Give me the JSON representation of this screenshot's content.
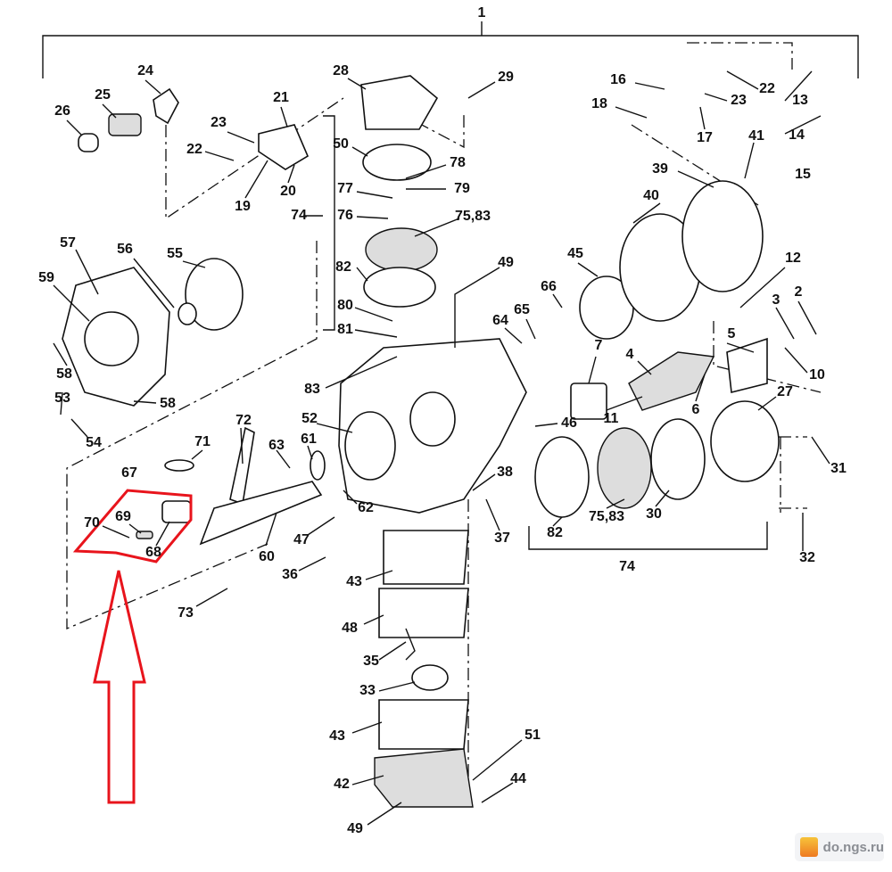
{
  "callouts": [
    "1",
    "24",
    "25",
    "26",
    "23",
    "22",
    "21",
    "19",
    "20",
    "28",
    "29",
    "50",
    "78",
    "77",
    "79",
    "74",
    "76",
    "75,83",
    "82",
    "80",
    "81",
    "83",
    "49",
    "16",
    "18",
    "23",
    "22",
    "17",
    "13",
    "14",
    "15",
    "41",
    "39",
    "40",
    "57",
    "56",
    "55",
    "59",
    "58",
    "58",
    "53",
    "54",
    "45",
    "66",
    "64",
    "65",
    "7",
    "4",
    "5",
    "12",
    "3",
    "2",
    "10",
    "11",
    "6",
    "27",
    "31",
    "32",
    "72",
    "71",
    "67",
    "63",
    "61",
    "52",
    "62",
    "38",
    "46",
    "37",
    "82",
    "75,83",
    "30",
    "74",
    "70",
    "69",
    "68",
    "60",
    "47",
    "36",
    "73",
    "43",
    "48",
    "35",
    "33",
    "43",
    "51",
    "42",
    "44",
    "49"
  ],
  "highlight_color": "#e8141c",
  "watermark": {
    "text": "do.ngs.ru"
  }
}
